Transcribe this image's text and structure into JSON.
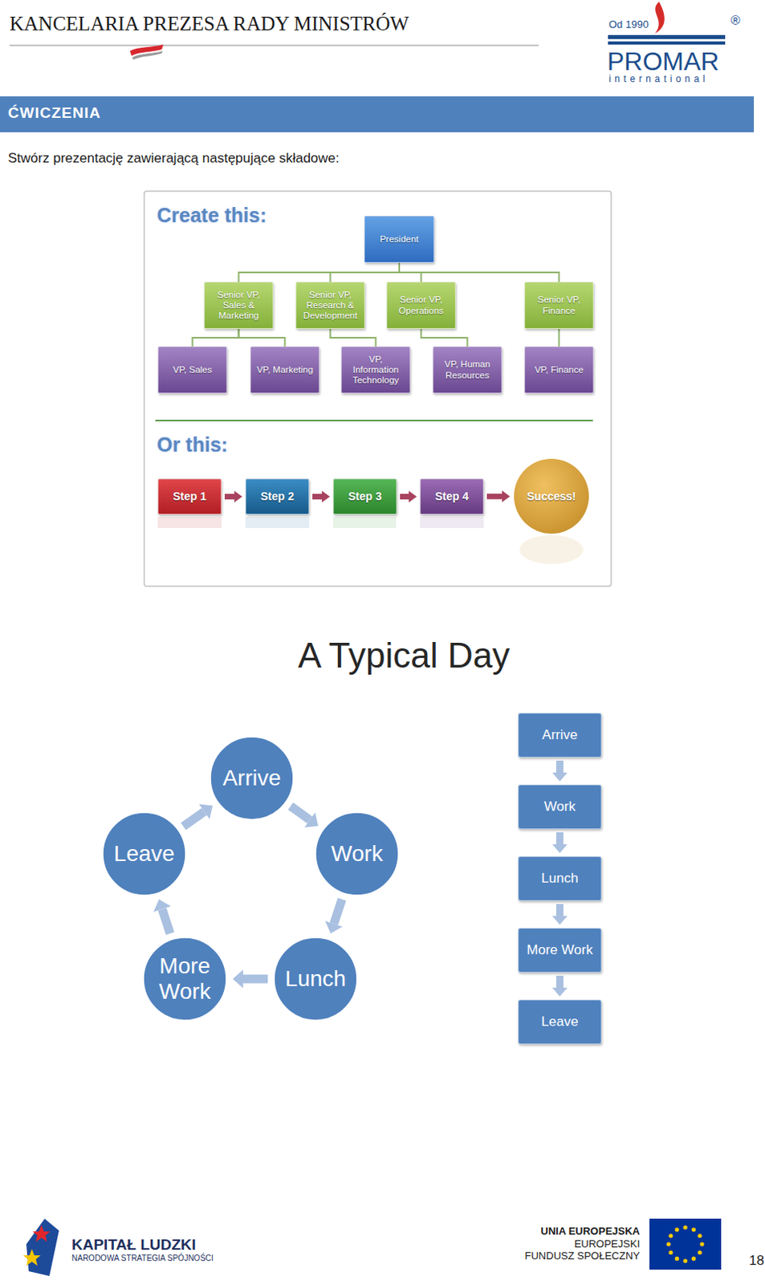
{
  "diagram": {
    "title": "A Typical Day",
    "nodes": [
      {
        "text": [
          "President"
        ]
      },
      {
        "text": [
          "Senior VP, Sales & Marketing"
        ]
      },
      {
        "text": [
          "Senior VP, Research & Development"
        ]
      },
      {
        "text": [
          "Senior VP, Operations"
        ]
      },
      {
        "text": [
          "Senior VP, Finance"
        ]
      },
      {
        "text": [
          "VP, Sales"
        ]
      },
      {
        "text": [
          "VP, Marketing"
        ]
      },
      {
        "text": [
          "VP, Information Technology"
        ]
      },
      {
        "text": [
          "VP, Human Resources"
        ]
      },
      {
        "text": [
          "VP, Finance"
        ]
      },
      {
        "text": [
          "Step 1"
        ]
      },
      {
        "text": [
          "Step 2"
        ]
      },
      {
        "text": [
          "Step 3"
        ]
      },
      {
        "text": [
          "Step 4"
        ]
      },
      {
        "text": [
          "Success!"
        ]
      },
      {
        "text": [
          "Arrive"
        ]
      },
      {
        "text": [
          "Work"
        ]
      },
      {
        "text": [
          "Lunch"
        ]
      },
      {
        "text": [
          "More Work"
        ]
      },
      {
        "text": [
          "Leave"
        ]
      },
      {
        "text": [
          "Arrive"
        ]
      },
      {
        "text": [
          "Work"
        ]
      },
      {
        "text": [
          "Lunch"
        ]
      },
      {
        "text": [
          "More Work"
        ]
      },
      {
        "text": [
          "Leave"
        ]
      }
    ],
    "edges": [
      {
        "from": 0,
        "to": 1,
        "arrow": "none"
      },
      {
        "from": 0,
        "to": 2,
        "arrow": "none"
      },
      {
        "from": 0,
        "to": 3,
        "arrow": "none"
      },
      {
        "from": 0,
        "to": 4,
        "arrow": "none"
      },
      {
        "from": 1,
        "to": 5,
        "arrow": "none"
      },
      {
        "from": 1,
        "to": 6,
        "arrow": "none"
      },
      {
        "from": 2,
        "to": 7,
        "arrow": "none"
      },
      {
        "from": 3,
        "to": 8,
        "arrow": "none"
      },
      {
        "from": 4,
        "to": 9,
        "arrow": "none"
      },
      {
        "from": 10,
        "to": 11,
        "arrow": "to"
      },
      {
        "from": 11,
        "to": 12,
        "arrow": "to"
      },
      {
        "from": 12,
        "to": 13,
        "arrow": "to"
      },
      {
        "from": 13,
        "to": 14,
        "arrow": "to"
      },
      {
        "from": 15,
        "to": 16,
        "arrow": "to"
      },
      {
        "from": 16,
        "to": 17,
        "arrow": "to"
      },
      {
        "from": 17,
        "to": 18,
        "arrow": "to"
      },
      {
        "from": 18,
        "to": 19,
        "arrow": "to"
      },
      {
        "from": 19,
        "to": 15,
        "arrow": "to"
      },
      {
        "from": 20,
        "to": 21,
        "arrow": "to"
      },
      {
        "from": 21,
        "to": 22,
        "arrow": "to"
      },
      {
        "from": 22,
        "to": 23,
        "arrow": "to"
      },
      {
        "from": 23,
        "to": 24,
        "arrow": "to"
      }
    ],
    "labels": [
      "KANCELARIA PREZESA RADY MINISTRÓW",
      "Od 1990",
      "PROMAR",
      "international",
      "®",
      "ĆWICZENIA",
      "Stwórz prezentację zawierającą następujące składowe:",
      "Create this:",
      "Or this:",
      "KAPITAŁ LUDZKI",
      "NARODOWA STRATEGIA SPÓJNOŚCI",
      "UNIA EUROPEJSKA",
      "EUROPEJSKI",
      "FUNDUSZ SPOŁECZNY",
      "18"
    ]
  }
}
